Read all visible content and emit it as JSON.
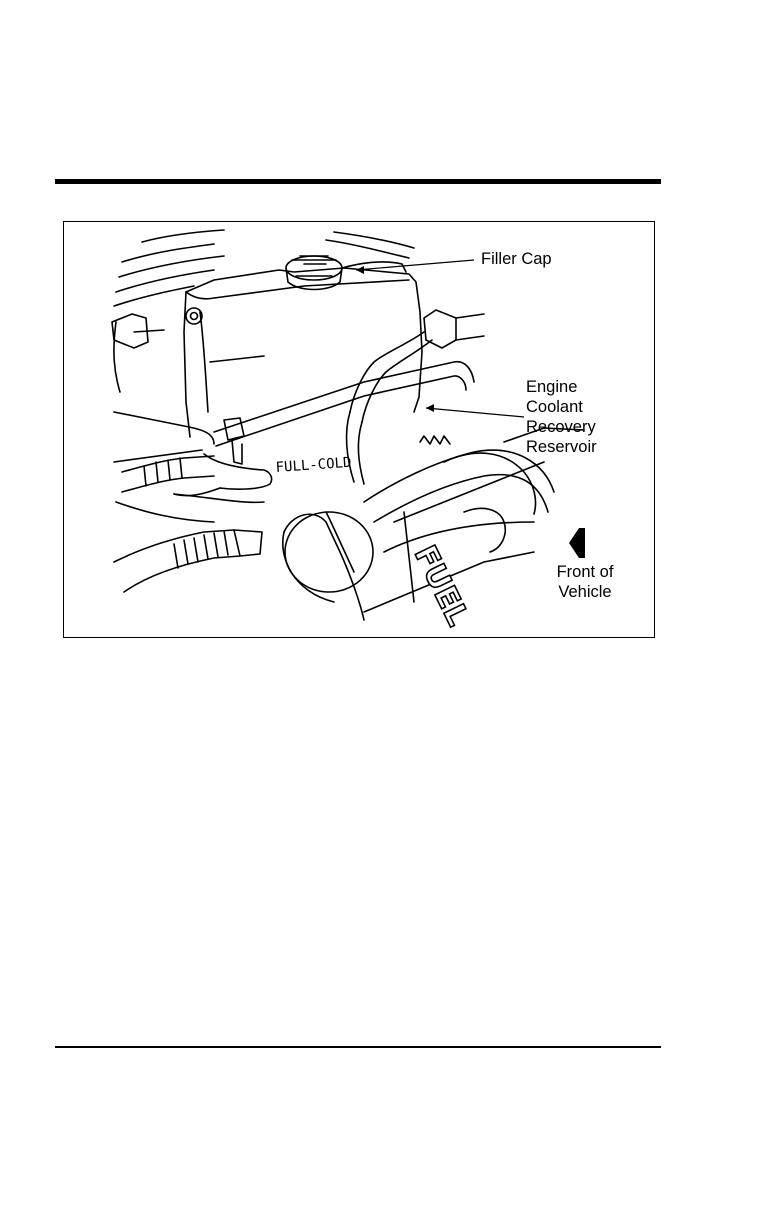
{
  "figure": {
    "callouts": {
      "filler_cap": "Filler Cap",
      "reservoir": [
        "Engine",
        "Coolant",
        "Recovery",
        "Reservoir"
      ],
      "front_of_vehicle": [
        "Front of",
        "Vehicle"
      ]
    },
    "markings": {
      "full_cold": "FULL-COLD",
      "fuel_lettering": "FUEL"
    },
    "icons": [
      "arrow-left-icon"
    ]
  }
}
